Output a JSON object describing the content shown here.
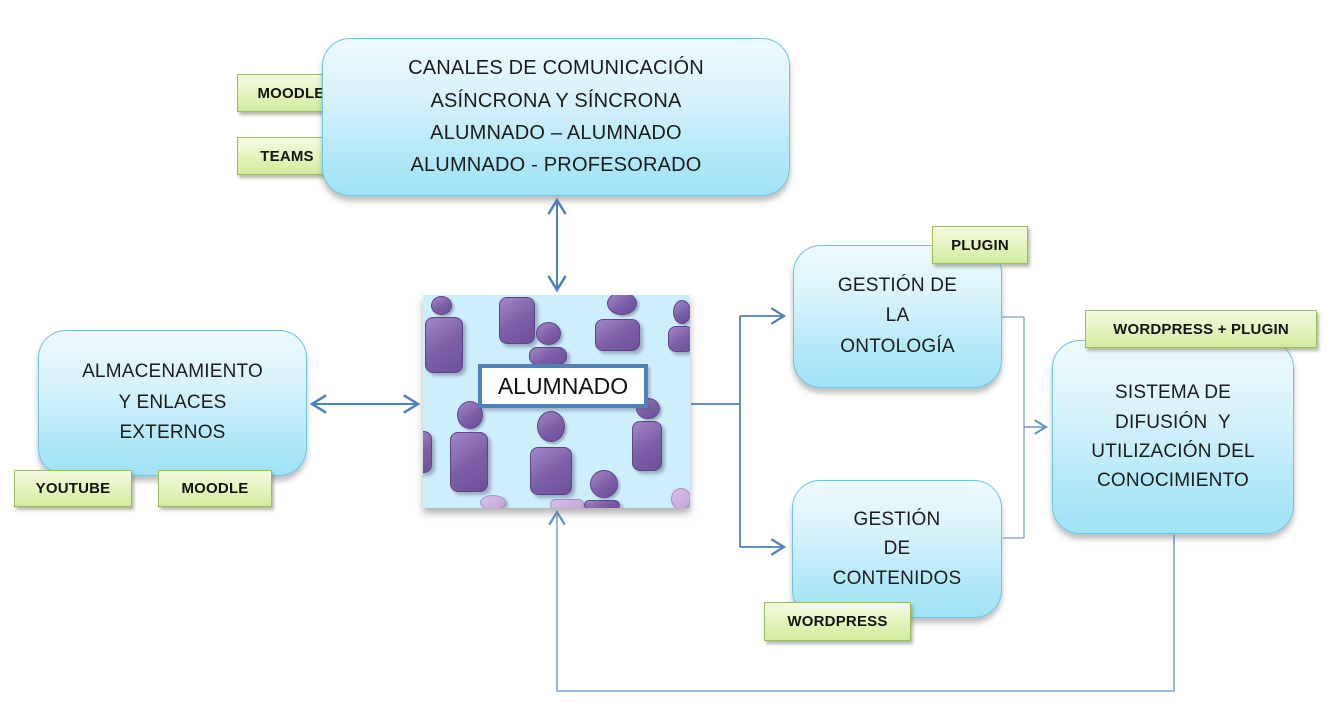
{
  "diagram": {
    "title_hint": "Knowledge system diagram (Spanish)",
    "colors": {
      "box_border": "#6cc5e1",
      "box_fill_top": "#eefafd",
      "box_fill_bottom": "#9fe3f6",
      "tag_border": "#9cbd5d",
      "tag_fill_top": "#f4fce1",
      "tag_fill_bottom": "#d2ec9e",
      "arrow_blue": "#4f81bd",
      "connector_light": "#8fafd4",
      "figure_purple": "#7e60a9",
      "image_background": "#cdeefb"
    },
    "nodes": {
      "communication": "CANALES DE COMUNICACIÓN\nASÍNCRONA Y SÍNCRONA\nALUMNADO – ALUMNADO\nALUMNADO - PROFESORADO",
      "storage": "ALMACENAMIENTO\nY ENLACES\nEXTERNOS",
      "alumnado": "ALUMNADO",
      "ontology": "GESTIÓN DE\nLA\nONTOLOGÍA",
      "contents": "GESTIÓN\nDE\nCONTENIDOS",
      "diffusion": "SISTEMA DE\nDIFUSIÓN  Y\nUTILIZACIÓN DEL\nCONOCIMIENTO"
    },
    "tags": {
      "moodle_top": "MOODLE",
      "teams": "TEAMS",
      "youtube": "YOUTUBE",
      "moodle_left": "MOODLE",
      "plugin": "PLUGIN",
      "wordpress": "WORDPRESS",
      "wordpress_plugin": "WORDPRESS + PLUGIN"
    }
  }
}
